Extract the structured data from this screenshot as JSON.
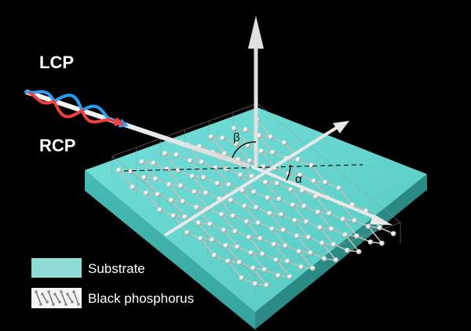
{
  "labels": {
    "lcp": "LCP",
    "rcp": "RCP",
    "beta": "β",
    "alpha": "α"
  },
  "legend": {
    "substrate": "Substrate",
    "black_phosphorus": "Black phosphorus"
  },
  "colors": {
    "background": "#000000",
    "substrate_top": "#62d6cf",
    "substrate_front": "#3fb5ad",
    "substrate_side": "#2b8a84",
    "lcp_wave": "#2a9df4",
    "rcp_wave": "#f04040",
    "atom": "#f2f2f2",
    "bond": "#bfbfbf",
    "arrow": "#e8e8e8",
    "text": "#ffffff"
  }
}
